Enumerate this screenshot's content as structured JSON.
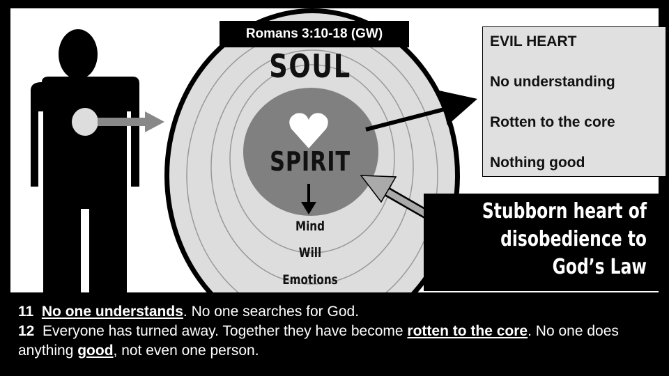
{
  "title": "Romans 3:10-18 (GW)",
  "diagram": {
    "soul": "SOUL",
    "spirit": "SPIRIT",
    "layers": [
      "Mind",
      "Will",
      "Emotions"
    ]
  },
  "evil_box": {
    "heading": "EVIL HEART",
    "items": [
      "No understanding",
      "Rotten to the core",
      "Nothing good"
    ]
  },
  "stubborn": [
    "Stubborn heart of",
    "disobedience to",
    "God’s Law"
  ],
  "verses": {
    "v11_num": "11",
    "v11_emph": "No one understands",
    "v11_rest": ". No one searches for God.",
    "v12_num": "12",
    "v12_a": "Everyone has turned away. Together they have become ",
    "v12_emph1": "rotten to the core",
    "v12_b": ". No one does anything ",
    "v12_emph2": "good",
    "v12_c": ", not even one person."
  }
}
